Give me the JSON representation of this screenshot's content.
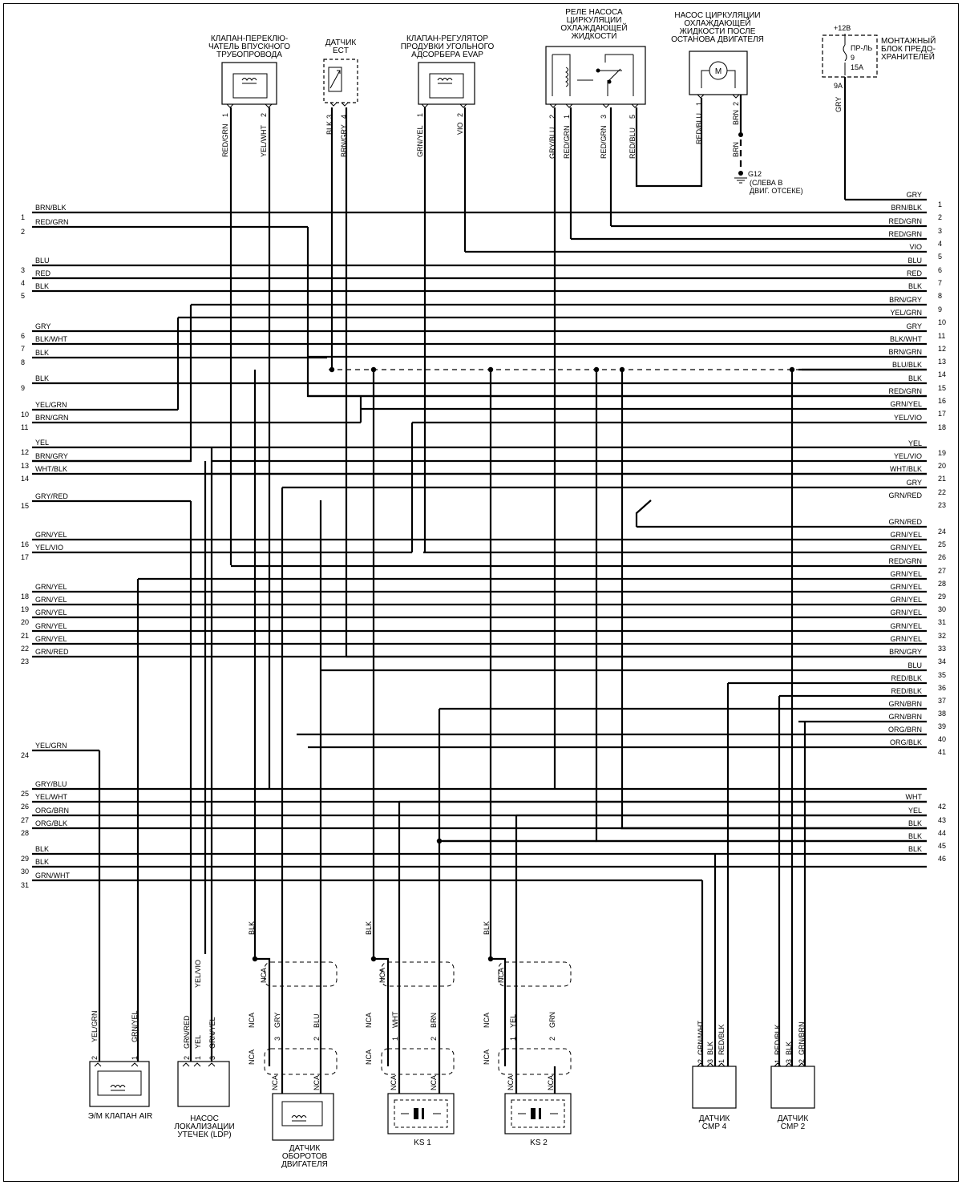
{
  "components": {
    "intake_valve": "КЛАПАН-ПЕРЕКЛЮ-\nЧАТЕЛЬ ВПУСКНОГО\nТРУБОПРОВОДА",
    "ect_sensor": "ДАТЧИК\nECT",
    "evap_valve": "КЛАПАН-РЕГУЛЯТОР\nПРОДУВКИ УГОЛЬНОГО\nАДСОРБЕРА EVAP",
    "pump_relay": "РЕЛЕ НАСОСА\nЦИРКУЛЯЦИИ\nОХЛАЖДАЮЩЕЙ\nЖИДКОСТИ",
    "pump": "НАСОС ЦИРКУЛЯЦИИ\nОХЛАЖДАЮЩЕЙ\nЖИДКОСТИ ПОСЛЕ\nОСТАНОВА ДВИГАТЕЛЯ",
    "fuse_block": "МОНТАЖНЫЙ\nБЛОК ПРЕДО-\nХРАНИТЕЛЕЙ",
    "air_valve": "Э/М КЛАПАН AIR",
    "ldp_pump": "НАСОС\nЛОКАЛИЗАЦИИ\nУТЕЧЕК (LDP)",
    "rpm_sensor": "ДАТЧИК\nОБОРОТОВ\nДВИГАТЕЛЯ",
    "ks1": "KS 1",
    "ks2": "KS 2",
    "cmp4": "ДАТЧИК\nCMP 4",
    "cmp2": "ДАТЧИК\nCMP 2"
  },
  "fuse": {
    "voltage": "+12В",
    "name": "ПР-ЛЬ",
    "number": "9",
    "rating": "15A",
    "pin": "9A",
    "wire": "GRY"
  },
  "ground": {
    "id": "G12",
    "note": "(СЛЕВА В\nДВИГ. ОТСЕКЕ)",
    "wire": "BRN"
  },
  "nca": "NCA",
  "left_pins": [
    {
      "n": "1",
      "c": "BRN/BLK"
    },
    {
      "n": "2",
      "c": "RED/GRN"
    },
    {
      "n": "3",
      "c": "BLU"
    },
    {
      "n": "4",
      "c": "RED"
    },
    {
      "n": "5",
      "c": "BLK"
    },
    {
      "n": "6",
      "c": "GRY"
    },
    {
      "n": "7",
      "c": "BLK/WHT"
    },
    {
      "n": "8",
      "c": "BLK"
    },
    {
      "n": "9",
      "c": "BLK"
    },
    {
      "n": "10",
      "c": "YEL/GRN"
    },
    {
      "n": "11",
      "c": "BRN/GRN"
    },
    {
      "n": "12",
      "c": "YEL"
    },
    {
      "n": "13",
      "c": "BRN/GRY"
    },
    {
      "n": "14",
      "c": "WHT/BLK"
    },
    {
      "n": "15",
      "c": "GRY/RED"
    },
    {
      "n": "16",
      "c": "GRN/YEL"
    },
    {
      "n": "17",
      "c": "YEL/VIO"
    },
    {
      "n": "18",
      "c": "GRN/YEL"
    },
    {
      "n": "19",
      "c": "GRN/YEL"
    },
    {
      "n": "20",
      "c": "GRN/YEL"
    },
    {
      "n": "21",
      "c": "GRN/YEL"
    },
    {
      "n": "22",
      "c": "GRN/YEL"
    },
    {
      "n": "23",
      "c": "GRN/RED"
    },
    {
      "n": "24",
      "c": "YEL/GRN"
    },
    {
      "n": "25",
      "c": "GRY/BLU"
    },
    {
      "n": "26",
      "c": "YEL/WHT"
    },
    {
      "n": "27",
      "c": "ORG/BRN"
    },
    {
      "n": "28",
      "c": "ORG/BLK"
    },
    {
      "n": "29",
      "c": "BLK"
    },
    {
      "n": "30",
      "c": "BLK"
    },
    {
      "n": "31",
      "c": "GRN/WHT"
    }
  ],
  "right_pins": [
    {
      "n": "1",
      "c": "GRY"
    },
    {
      "n": "2",
      "c": "BRN/BLK"
    },
    {
      "n": "3",
      "c": "RED/GRN"
    },
    {
      "n": "4",
      "c": "RED/GRN"
    },
    {
      "n": "5",
      "c": "VIO"
    },
    {
      "n": "6",
      "c": "BLU"
    },
    {
      "n": "7",
      "c": "RED"
    },
    {
      "n": "8",
      "c": "BLK"
    },
    {
      "n": "9",
      "c": "BRN/GRY"
    },
    {
      "n": "10",
      "c": "YEL/GRN"
    },
    {
      "n": "11",
      "c": "GRY"
    },
    {
      "n": "12",
      "c": "BLK/WHT"
    },
    {
      "n": "13",
      "c": "BRN/GRN"
    },
    {
      "n": "14",
      "c": "BLU/BLK"
    },
    {
      "n": "15",
      "c": "BLK"
    },
    {
      "n": "16",
      "c": "RED/GRN"
    },
    {
      "n": "17",
      "c": "GRN/YEL"
    },
    {
      "n": "18",
      "c": "YEL/VIO"
    },
    {
      "n": "19",
      "c": "YEL"
    },
    {
      "n": "20",
      "c": "YEL/VIO"
    },
    {
      "n": "21",
      "c": "WHT/BLK"
    },
    {
      "n": "22",
      "c": "GRY"
    },
    {
      "n": "23",
      "c": "GRN/RED"
    },
    {
      "n": "24",
      "c": "GRN/RED"
    },
    {
      "n": "25",
      "c": "GRN/YEL"
    },
    {
      "n": "26",
      "c": "GRN/YEL"
    },
    {
      "n": "27",
      "c": "RED/GRN"
    },
    {
      "n": "28",
      "c": "GRN/YEL"
    },
    {
      "n": "29",
      "c": "GRN/YEL"
    },
    {
      "n": "30",
      "c": "GRN/YEL"
    },
    {
      "n": "31",
      "c": "GRN/YEL"
    },
    {
      "n": "32",
      "c": "GRN/YEL"
    },
    {
      "n": "33",
      "c": "GRN/YEL"
    },
    {
      "n": "34",
      "c": "BRN/GRY"
    },
    {
      "n": "35",
      "c": "BLU"
    },
    {
      "n": "36",
      "c": "RED/BLK"
    },
    {
      "n": "37",
      "c": "RED/BLK"
    },
    {
      "n": "38",
      "c": "GRN/BRN"
    },
    {
      "n": "39",
      "c": "GRN/BRN"
    },
    {
      "n": "40",
      "c": "ORG/BRN"
    },
    {
      "n": "41",
      "c": "ORG/BLK"
    },
    {
      "n": "42",
      "c": "WHT"
    },
    {
      "n": "43",
      "c": "YEL"
    },
    {
      "n": "44",
      "c": "BLK"
    },
    {
      "n": "45",
      "c": "BLK"
    },
    {
      "n": "46",
      "c": "BLK"
    }
  ],
  "top_wires": {
    "intake": [
      {
        "pin": "1",
        "c": "RED/GRN"
      },
      {
        "pin": "2",
        "c": "YEL/WHT"
      }
    ],
    "ect": [
      {
        "pin": "3",
        "c": "BLK"
      },
      {
        "pin": "4",
        "c": "BRN/GRY"
      }
    ],
    "evap": [
      {
        "pin": "1",
        "c": "GRN/YEL"
      },
      {
        "pin": "2",
        "c": "VIO"
      }
    ],
    "relay": [
      {
        "pin": "2",
        "c": "GRY/BLU"
      },
      {
        "pin": "1",
        "c": "RED/GRN"
      },
      {
        "pin": "3",
        "c": "RED/GRN"
      },
      {
        "pin": "5",
        "c": "RED/BLU"
      }
    ],
    "pump": [
      {
        "pin": "1",
        "c": "RED/BLU"
      },
      {
        "pin": "2",
        "c": "BRN"
      }
    ]
  },
  "bottom_wires": {
    "air": [
      {
        "pin": "2",
        "c": "YEL/GRN"
      },
      {
        "pin": "1",
        "c": "GRN/YEL"
      }
    ],
    "ldp": [
      {
        "pin": "2",
        "c": "GRN/RED"
      },
      {
        "pin": "1",
        "c": "YEL"
      },
      {
        "pin": "3",
        "c": "GRN/YEL"
      },
      {
        "c": "YEL/VIO"
      }
    ],
    "rpm": [
      {
        "pin": "3",
        "c": "GRY"
      },
      {
        "pin": "2",
        "c": "BLU"
      },
      {
        "c": "BLK"
      }
    ],
    "ks1": [
      {
        "pin": "1",
        "c": "WHT"
      },
      {
        "pin": "2",
        "c": "BRN"
      },
      {
        "c": "BLK"
      }
    ],
    "ks2": [
      {
        "pin": "1",
        "c": "YEL"
      },
      {
        "pin": "2",
        "c": "GRN"
      },
      {
        "c": "BLK"
      }
    ],
    "cmp4": [
      {
        "pin": "2",
        "c": "GRN/WHT"
      },
      {
        "pin": "3",
        "c": "BLK"
      },
      {
        "pin": "1",
        "c": "RED/BLK"
      }
    ],
    "cmp2": [
      {
        "pin": "1",
        "c": "RED/BLK"
      },
      {
        "pin": "3",
        "c": "BLK"
      },
      {
        "pin": "2",
        "c": "GRN/BRN"
      }
    ]
  }
}
